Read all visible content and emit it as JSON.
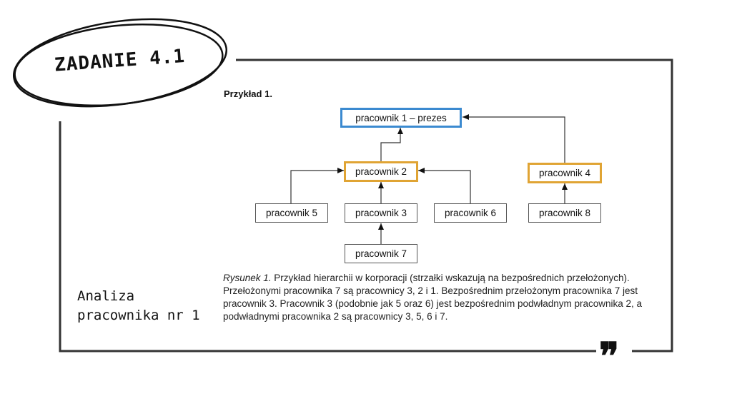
{
  "header": {
    "title": "ZADANIE 4.1"
  },
  "side": {
    "line1": "Analiza",
    "line2": "pracownika nr 1"
  },
  "example": {
    "title": "Przykład 1."
  },
  "nodes": {
    "n1": "pracownik 1 – prezes",
    "n2": "pracownik 2",
    "n3": "pracownik 3",
    "n4": "pracownik 4",
    "n5": "pracownik 5",
    "n6": "pracownik 6",
    "n7": "pracownik 7",
    "n8": "pracownik 8"
  },
  "caption": {
    "figure_label": "Rysunek 1.",
    "figure_text": " Przykład hierarchii w korporacji (strzałki wskazują na bezpośrednich przełożonych).",
    "body": "Przełożonymi pracownika 7 są pracownicy 3, 2 i 1. Bezpośrednim przełożonym pracownika 7 jest pracownik 3. Pracownik 3 (podobnie jak 5 oraz 6) jest bezpośrednim podwładnym pracownika 2, a podwładnymi pracownika 2 są pracownicy 3, 5, 6 i 7."
  },
  "decor": {
    "quote_mark": "❞"
  },
  "colors": {
    "blue_border": "#3b8ad0",
    "gold_border": "#e0a434",
    "frame": "#333333"
  }
}
